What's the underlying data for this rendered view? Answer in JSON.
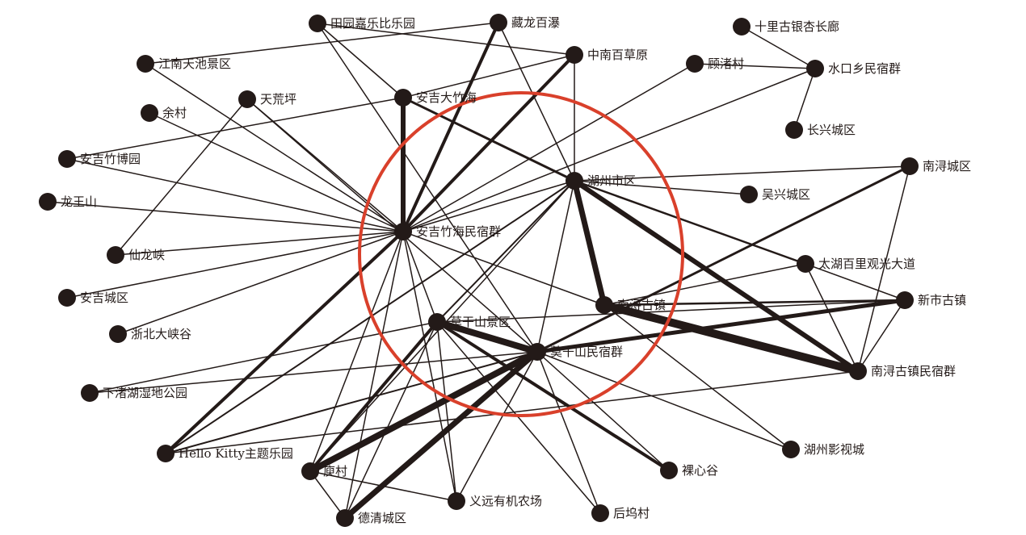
{
  "colors": {
    "ink": "#231a18",
    "highlight": "#d9402b",
    "background": "#ffffff"
  },
  "nodes": [
    {
      "id": "tianyuan",
      "label": "田园嘉乐比乐园"
    },
    {
      "id": "canglong",
      "label": "藏龙百瀑"
    },
    {
      "id": "shili",
      "label": "十里古银杏长廊"
    },
    {
      "id": "jiangnan",
      "label": "江南天池景区"
    },
    {
      "id": "zhongnan",
      "label": "中南百草原"
    },
    {
      "id": "guzhu",
      "label": "顾渚村"
    },
    {
      "id": "shuikou",
      "label": "水口乡民宿群"
    },
    {
      "id": "tianhuang",
      "label": "天荒坪"
    },
    {
      "id": "anjidzh",
      "label": "安吉大竹海"
    },
    {
      "id": "yucun",
      "label": "余村"
    },
    {
      "id": "changxing",
      "label": "长兴城区"
    },
    {
      "id": "zhubo",
      "label": "安吉竹博园"
    },
    {
      "id": "huzhou",
      "label": "湖州市区"
    },
    {
      "id": "nanxun_cq",
      "label": "南浔城区"
    },
    {
      "id": "wuxing",
      "label": "吴兴城区"
    },
    {
      "id": "longwang",
      "label": "龙王山"
    },
    {
      "id": "anjimsq",
      "label": "安吉竹海民宿群"
    },
    {
      "id": "xianlong",
      "label": "仙龙峡"
    },
    {
      "id": "taihu",
      "label": "太湖百里观光大道"
    },
    {
      "id": "anji_cq",
      "label": "安吉城区"
    },
    {
      "id": "nanxun_gz",
      "label": "南浔古镇"
    },
    {
      "id": "xinshi",
      "label": "新市古镇"
    },
    {
      "id": "moganshan",
      "label": "莫干山景区"
    },
    {
      "id": "zhebei",
      "label": "浙北大峡谷"
    },
    {
      "id": "moganmsq",
      "label": "莫干山民宿群"
    },
    {
      "id": "nanxunmsq",
      "label": "南浔古镇民宿群"
    },
    {
      "id": "xiazhu",
      "label": "下渚湖湿地公园"
    },
    {
      "id": "hellokitty",
      "label": "Hello Kitty主题乐园"
    },
    {
      "id": "yingshi",
      "label": "湖州影视城"
    },
    {
      "id": "yuncun",
      "label": "庾村"
    },
    {
      "id": "luoxin",
      "label": "裸心谷"
    },
    {
      "id": "yiyuan",
      "label": "义远有机农场"
    },
    {
      "id": "deqing",
      "label": "德清城区"
    },
    {
      "id": "houwu",
      "label": "后坞村"
    }
  ],
  "edges": [
    {
      "source": "anjidzh",
      "target": "anjimsq",
      "weight": 6
    },
    {
      "source": "huzhou",
      "target": "nanxun_gz",
      "weight": 7
    },
    {
      "source": "huzhou",
      "target": "nanxunmsq",
      "weight": 6
    },
    {
      "source": "nanxun_gz",
      "target": "nanxunmsq",
      "weight": 10
    },
    {
      "source": "moganshan",
      "target": "moganmsq",
      "weight": 8
    },
    {
      "source": "moganmsq",
      "target": "yuncun",
      "weight": 8
    },
    {
      "source": "moganmsq",
      "target": "deqing",
      "weight": 7
    },
    {
      "source": "moganmsq",
      "target": "xinshi",
      "weight": 5
    },
    {
      "source": "zhongnan",
      "target": "anjimsq",
      "weight": 4
    },
    {
      "source": "canglong",
      "target": "anjimsq",
      "weight": 4
    },
    {
      "source": "anjimsq",
      "target": "hellokitty",
      "weight": 4
    },
    {
      "source": "moganshan",
      "target": "yuncun",
      "weight": 4
    },
    {
      "source": "moganshan",
      "target": "luoxin",
      "weight": 4
    },
    {
      "source": "nanxun_cq",
      "target": "moganmsq",
      "weight": 3
    },
    {
      "source": "anjidzh",
      "target": "huzhou",
      "weight": 3
    },
    {
      "source": "huzhou",
      "target": "taihu",
      "weight": 2.5
    },
    {
      "source": "nanxun_gz",
      "target": "xinshi",
      "weight": 2.5
    },
    {
      "source": "huzhou",
      "target": "hellokitty",
      "weight": 2
    },
    {
      "source": "huzhou",
      "target": "moganshan",
      "weight": 2
    },
    {
      "source": "moganmsq",
      "target": "hellokitty",
      "weight": 2
    },
    {
      "source": "shili",
      "target": "shuikou",
      "weight": 1.5
    },
    {
      "source": "guzhu",
      "target": "shuikou",
      "weight": 1.5
    },
    {
      "source": "shuikou",
      "target": "changxing",
      "weight": 1.5
    },
    {
      "source": "anjimsq",
      "target": "shuikou",
      "weight": 1.5
    },
    {
      "source": "jiangnan",
      "target": "canglong",
      "weight": 1.5
    },
    {
      "source": "tianyuan",
      "target": "zhongnan",
      "weight": 1.5
    },
    {
      "source": "tianyuan",
      "target": "anjidzh",
      "weight": 1.5
    },
    {
      "source": "tianyuan",
      "target": "moganmsq",
      "weight": 1.5
    },
    {
      "source": "canglong",
      "target": "huzhou",
      "weight": 1.5
    },
    {
      "source": "zhongnan",
      "target": "anjidzh",
      "weight": 1.5
    },
    {
      "source": "zhongnan",
      "target": "huzhou",
      "weight": 1.5
    },
    {
      "source": "zhubo",
      "target": "anjidzh",
      "weight": 1.5
    },
    {
      "source": "guzhu",
      "target": "anjimsq",
      "weight": 1.5
    },
    {
      "source": "jiangnan",
      "target": "anjimsq",
      "weight": 1.5
    },
    {
      "source": "tianhuang",
      "target": "anjimsq",
      "weight": 1.5
    },
    {
      "source": "tianhuang",
      "target": "moganmsq",
      "weight": 1.5
    },
    {
      "source": "tianhuang",
      "target": "xianlong",
      "weight": 1.5
    },
    {
      "source": "yucun",
      "target": "anjimsq",
      "weight": 1.5
    },
    {
      "source": "zhubo",
      "target": "anjimsq",
      "weight": 1.5
    },
    {
      "source": "longwang",
      "target": "anjimsq",
      "weight": 1.5
    },
    {
      "source": "xianlong",
      "target": "anjimsq",
      "weight": 1.5
    },
    {
      "source": "anji_cq",
      "target": "anjimsq",
      "weight": 1.5
    },
    {
      "source": "zhebei",
      "target": "anjimsq",
      "weight": 1.5
    },
    {
      "source": "anjimsq",
      "target": "huzhou",
      "weight": 1.5
    },
    {
      "source": "anjimsq",
      "target": "nanxun_gz",
      "weight": 1.5
    },
    {
      "source": "anjimsq",
      "target": "moganshan",
      "weight": 1.5
    },
    {
      "source": "anjimsq",
      "target": "yuncun",
      "weight": 1.5
    },
    {
      "source": "anjimsq",
      "target": "yiyuan",
      "weight": 1.5
    },
    {
      "source": "anjimsq",
      "target": "deqing",
      "weight": 1.5
    },
    {
      "source": "huzhou",
      "target": "nanxun_cq",
      "weight": 1.5
    },
    {
      "source": "huzhou",
      "target": "wuxing",
      "weight": 1.5
    },
    {
      "source": "huzhou",
      "target": "moganmsq",
      "weight": 1.5
    },
    {
      "source": "huzhou",
      "target": "yuncun",
      "weight": 1.5
    },
    {
      "source": "nanxun_cq",
      "target": "nanxunmsq",
      "weight": 1.5
    },
    {
      "source": "taihu",
      "target": "nanxun_gz",
      "weight": 1.5
    },
    {
      "source": "taihu",
      "target": "xinshi",
      "weight": 1.5
    },
    {
      "source": "taihu",
      "target": "nanxunmsq",
      "weight": 1.5
    },
    {
      "source": "xinshi",
      "target": "nanxunmsq",
      "weight": 1.5
    },
    {
      "source": "moganshan",
      "target": "xinshi",
      "weight": 1.5
    },
    {
      "source": "moganshan",
      "target": "xiazhu",
      "weight": 1.5
    },
    {
      "source": "moganshan",
      "target": "deqing",
      "weight": 1.5
    },
    {
      "source": "moganshan",
      "target": "yiyuan",
      "weight": 1.5
    },
    {
      "source": "moganshan",
      "target": "houwu",
      "weight": 1.5
    },
    {
      "source": "moganmsq",
      "target": "xiazhu",
      "weight": 1.5
    },
    {
      "source": "moganmsq",
      "target": "yingshi",
      "weight": 1.5
    },
    {
      "source": "moganmsq",
      "target": "luoxin",
      "weight": 1.5
    },
    {
      "source": "moganmsq",
      "target": "yiyuan",
      "weight": 1.5
    },
    {
      "source": "moganmsq",
      "target": "houwu",
      "weight": 1.5
    },
    {
      "source": "nanxun_gz",
      "target": "yingshi",
      "weight": 1.5
    },
    {
      "source": "nanxunmsq",
      "target": "hellokitty",
      "weight": 1.5
    },
    {
      "source": "yuncun",
      "target": "yiyuan",
      "weight": 1.5
    },
    {
      "source": "yuncun",
      "target": "deqing",
      "weight": 1.5
    },
    {
      "source": "moganmsq",
      "target": "deqing",
      "weight": 1.5
    }
  ]
}
